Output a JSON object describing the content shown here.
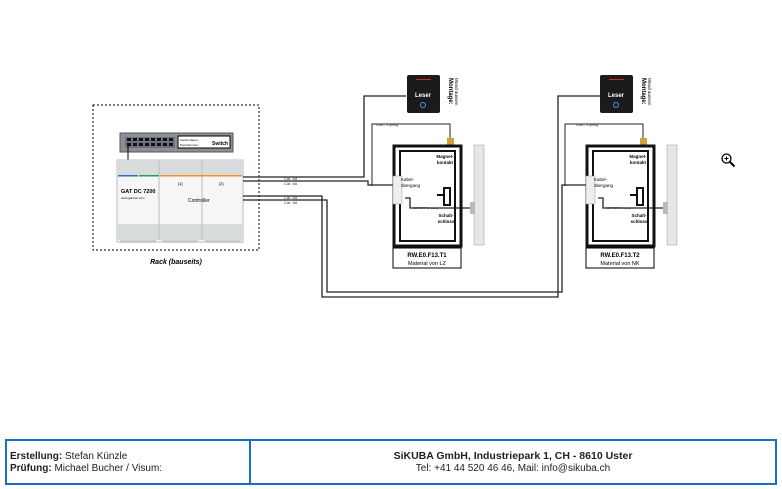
{
  "rack": {
    "label": "Rack (bauseits)"
  },
  "switch": {
    "line1": "Switch-Name:",
    "line2": "Port-Nummer:",
    "title": "Switch"
  },
  "controller": {
    "model": "GAT DC 7200",
    "url": "www.gantner.com",
    "title": "Controller",
    "slot1": "[1]",
    "slot2": "[2]"
  },
  "cables": {
    "c1": "Cat. 6A",
    "c2": "Cat. 6A",
    "c3": "Cat. 6A",
    "c4": "Cat. 6A"
  },
  "doors": [
    {
      "reader": "Leser",
      "montage": "Montage:",
      "montage_sub": "Wand aussen",
      "dmc": "DMC 3-polig",
      "magnet1": "Magnet-",
      "magnet2": "kontakt",
      "kabel1": "Kabel-",
      "kabel2": "übergang",
      "eff": "EFF EFF 14-polig",
      "schalt1": "Schalt-",
      "schalt2": "schloss",
      "id": "RW.E0.F13.T1",
      "material": "Material von LZ"
    },
    {
      "reader": "Leser",
      "montage": "Montage:",
      "montage_sub": "Wand aussen",
      "dmc": "DMC 3-polig",
      "magnet1": "Magnet-",
      "magnet2": "kontakt",
      "kabel1": "Kabel-",
      "kabel2": "übergang",
      "eff": "EFF EFF 14-polig",
      "schalt1": "Schalt-",
      "schalt2": "schloss",
      "id": "RW.E0.F13.T2",
      "material": "Material von NK"
    }
  ],
  "footer": {
    "erstellung_label": "Erstellung:",
    "erstellung": "Stefan Künzle",
    "pruefung_label": "Prüfung:",
    "pruefung": "Michael Bucher / Visum:",
    "company": "SiKUBA GmbH, Industriepark 1, CH - 8610 Uster",
    "contact": "Tel: +41 44 520 46 46, Mail: info@sikuba.ch"
  },
  "colors": {
    "border": "#1a6fc0"
  }
}
